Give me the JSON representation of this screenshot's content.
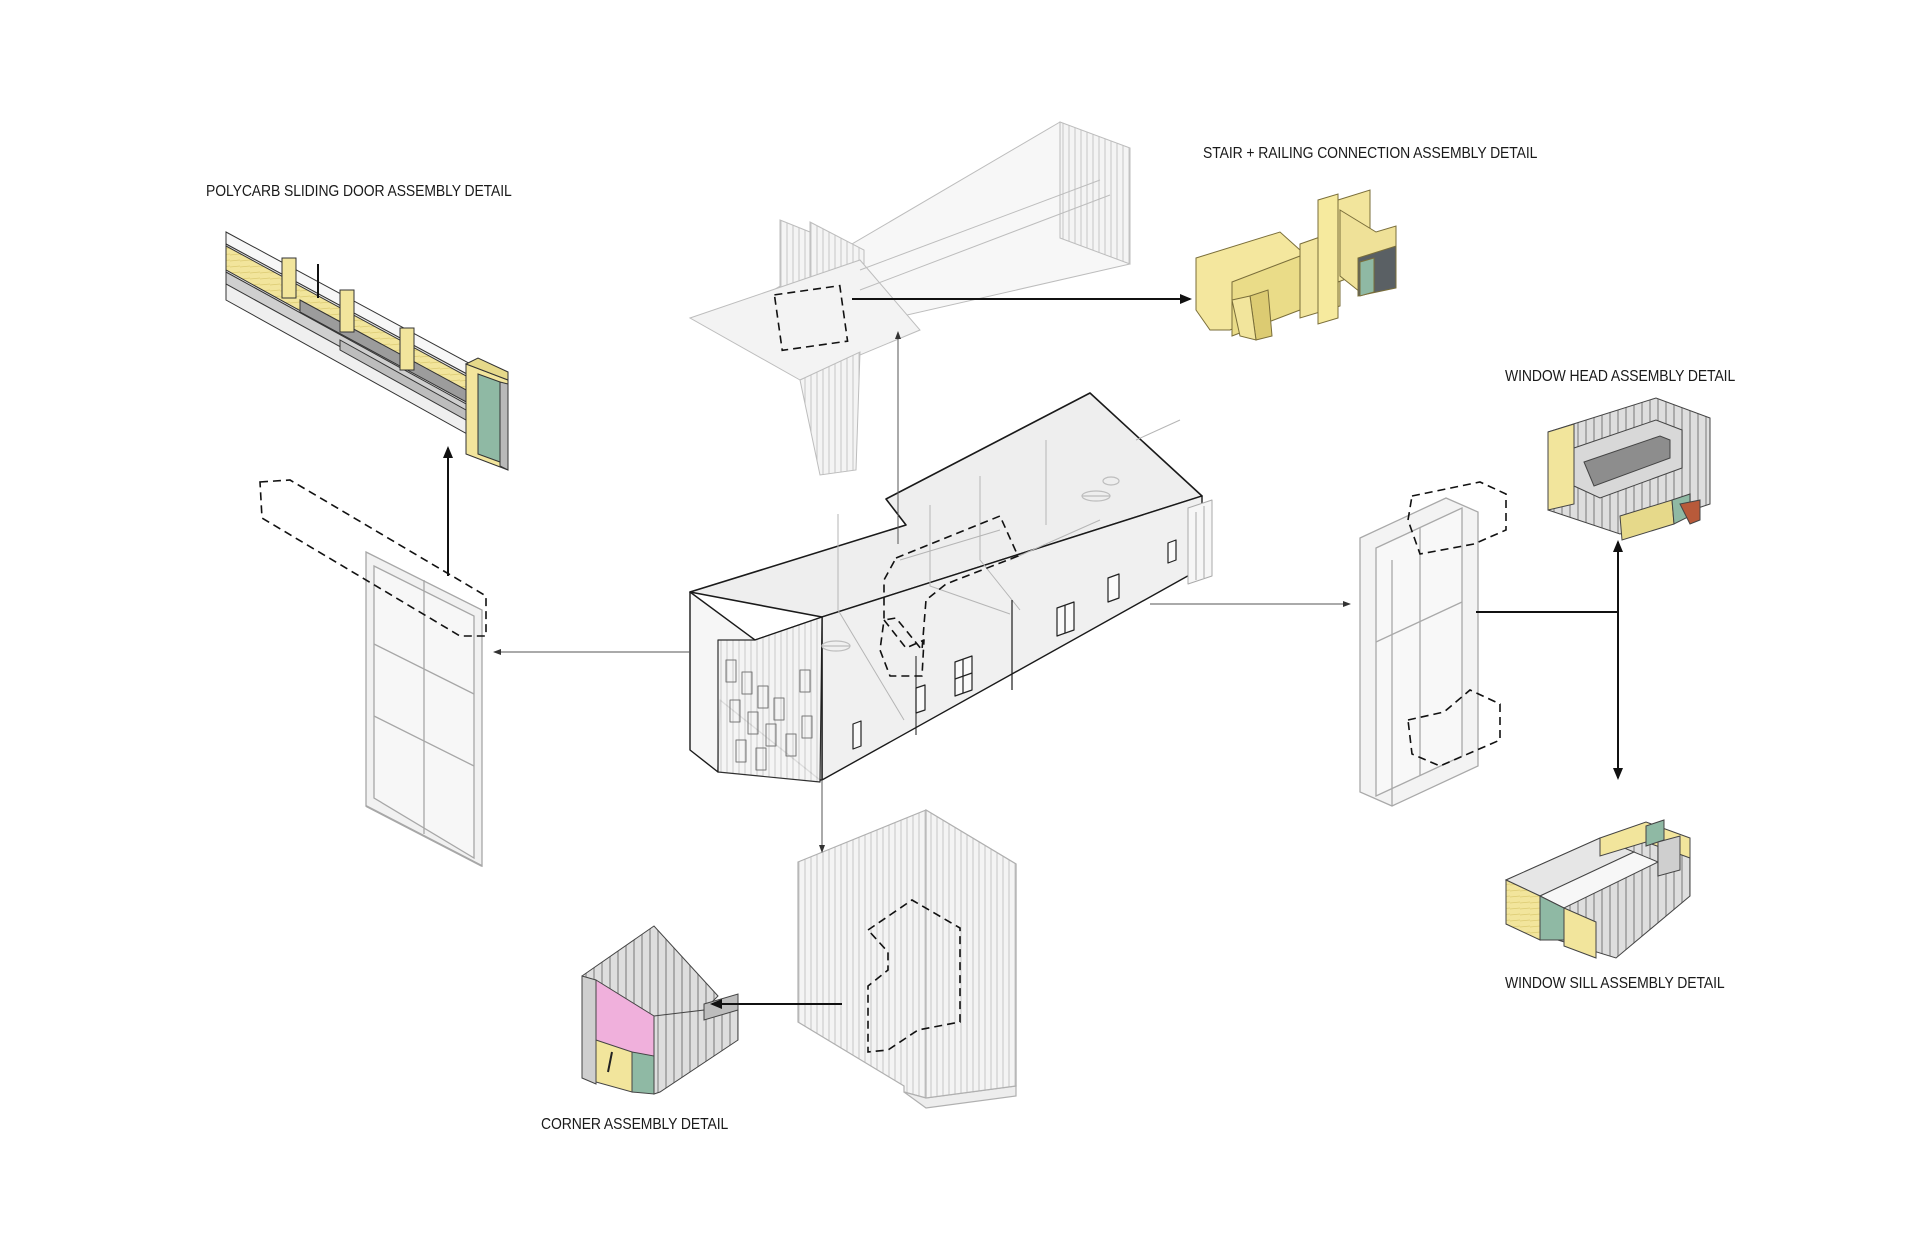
{
  "labels": {
    "polycarb": "POLYCARB SLIDING DOOR ASSEMBLY DETAIL",
    "stair": "STAIR + RAILING CONNECTION ASSEMBLY DETAIL",
    "window_head": "WINDOW HEAD ASSEMBLY DETAIL",
    "window_sill": "WINDOW SILL ASSEMBLY DETAIL",
    "corner": "CORNER ASSEMBLY DETAIL"
  },
  "colors": {
    "line": "#1a1a1a",
    "ghost": "#c9c9c9",
    "timber": "#f1e59a",
    "timber_dark": "#d9c56a",
    "metal": "#b8b8b8",
    "green": "#8fb9a4",
    "pink": "#f0b0dc",
    "wall": "#ececec"
  }
}
